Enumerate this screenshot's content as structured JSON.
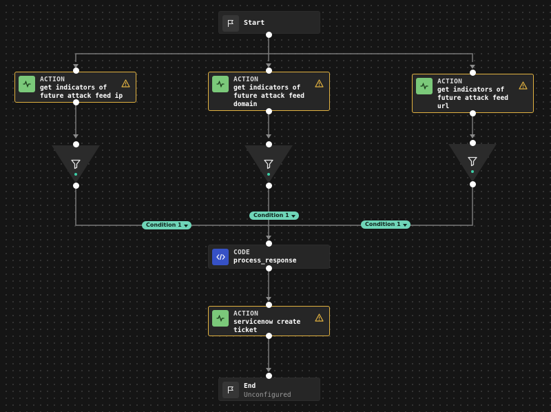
{
  "nodes": {
    "start": {
      "title": "Start",
      "icon": "flag-icon"
    },
    "action_ip": {
      "type": "ACTION",
      "title": "get indicators of\nfuture attack feed ip",
      "icon": "activity-icon",
      "status": "warning"
    },
    "action_domain": {
      "type": "ACTION",
      "title": "get indicators of\nfuture attack feed\ndomain",
      "icon": "activity-icon",
      "status": "warning"
    },
    "action_url": {
      "type": "ACTION",
      "title": "get indicators of\nfuture attack feed\nurl",
      "icon": "activity-icon",
      "status": "warning"
    },
    "code": {
      "type": "CODE",
      "title": "process_response",
      "icon": "code-icon"
    },
    "servicenow": {
      "type": "ACTION",
      "title": "servicenow create\nticket",
      "icon": "activity-icon",
      "status": "warning"
    },
    "end": {
      "title": "End",
      "subtitle": "Unconfigured",
      "icon": "flag-icon"
    }
  },
  "conditions": {
    "left": "Condition 1",
    "middle": "Condition 1",
    "right": "Condition 1"
  },
  "colors": {
    "background": "#151515",
    "node": "#262626",
    "warning_border": "#e3b341",
    "action_icon": "#7bc97a",
    "code_icon": "#3651c6",
    "condition_pill": "#6fd5b8",
    "edge": "#7a7a7a"
  }
}
